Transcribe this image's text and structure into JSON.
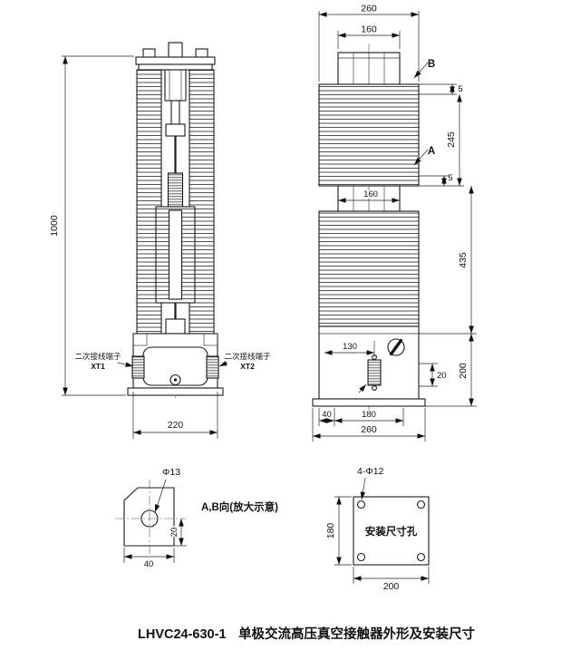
{
  "front_view": {
    "dim_overall_height": "1000",
    "dim_base_width": "220",
    "xt1_line1": "二次接线端子",
    "xt1_line2": "XT1",
    "xt2_line1": "二次接线端子",
    "xt2_line2": "XT2"
  },
  "side_view": {
    "dim_top_width": "260",
    "dim_top_pad_width": "160",
    "view_b": "B",
    "dim_gap_top": "5",
    "dim_upper_section": "245",
    "view_a": "A",
    "dim_gap_mid": "5",
    "dim_mid_pad_width": "160",
    "dim_lower_section": "435",
    "dim_box_inner": "130",
    "dim_box_height": "200",
    "dim_terminal": "20",
    "dim_foot_offset": "40",
    "dim_foot_span": "180",
    "dim_base_width": "260"
  },
  "detail_ab": {
    "caption": "A,B向(放大示意)",
    "hole_dia": "Φ13",
    "dim_center_offset": "20",
    "dim_width": "40"
  },
  "detail_mount": {
    "holes": "4-Φ12",
    "dim_height": "180",
    "dim_width": "200",
    "label": "安装尺寸孔"
  },
  "title": {
    "model": "LHVC24-630-1",
    "name": "单极交流高压真空接触器外形及安装尺寸"
  }
}
